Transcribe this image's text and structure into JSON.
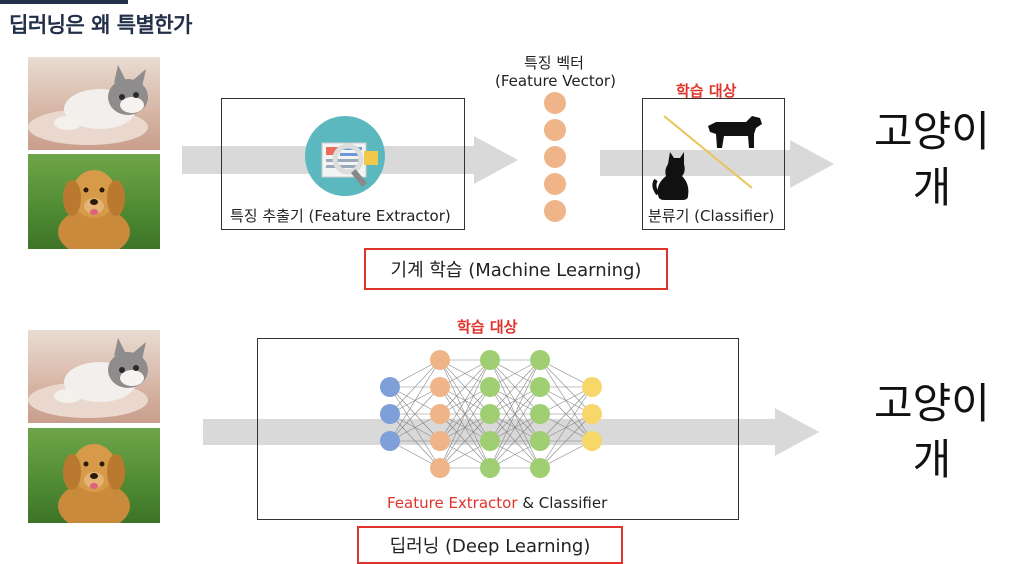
{
  "title": "딥러닝은 왜 특별한가",
  "machine_learning": {
    "feature_vector_label_ko": "특징 벡터",
    "feature_vector_label_en": "(Feature Vector)",
    "learning_target": "학습 대상",
    "feature_extractor_label": "특징 추출기 (Feature Extractor)",
    "classifier_label": "분류기 (Classifier)",
    "caption": "기계 학습 (Machine Learning)",
    "result_line1": "고양이",
    "result_line2": "개"
  },
  "deep_learning": {
    "learning_target": "학습 대상",
    "fe_label": "Feature Extractor",
    "amp_label": "& Classifier",
    "caption": "딥러닝 (Deep Learning)",
    "result_line1": "고양이",
    "result_line2": "개"
  },
  "icons": [
    "cat-photo",
    "dog-photo",
    "magnifier-icon",
    "dog-silhouette-icon",
    "cat-silhouette-icon",
    "neural-network-icon"
  ],
  "colors": {
    "title": "#23304a",
    "accent_red": "#e0332c",
    "feature_dot": "#efb488",
    "nn_input": "#7f9fd9",
    "nn_hidden1": "#efb488",
    "nn_hidden2": "#9fcf72",
    "nn_output": "#f7d66a",
    "arrow": "#d9d9d9"
  }
}
